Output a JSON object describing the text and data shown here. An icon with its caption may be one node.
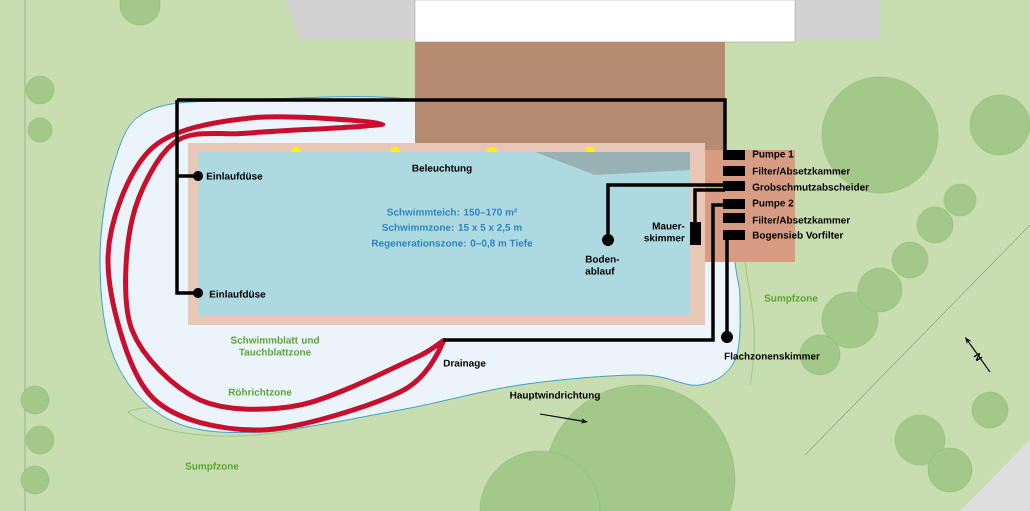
{
  "diagram": {
    "labels": [
      "Pumpe 1",
      "Filter/Absetzkammer",
      "Einlaufdüse",
      "Beleuchtung",
      "Grobschmutzabscheider",
      "Pumpe 2",
      "Schwimmteich: 150–170 m²",
      "Schwimmzone: 15 x 5 x 2,5 m",
      "Filter/Absetzkammer",
      "Mauer- skimmer",
      "Regenerationszone: 0–0,8 m Tiefe",
      "Bogensieb Vorfilter",
      "Boden- ablauf",
      "Einlaufdüse",
      "Sumpfzone",
      "Schwimmblatt und Tauchblattzone",
      "Flachzonenskimmer",
      "Drainage",
      "N",
      "Röhrichtzone",
      "Hauptwindrichtung",
      "Sumpfzone"
    ]
  }
}
